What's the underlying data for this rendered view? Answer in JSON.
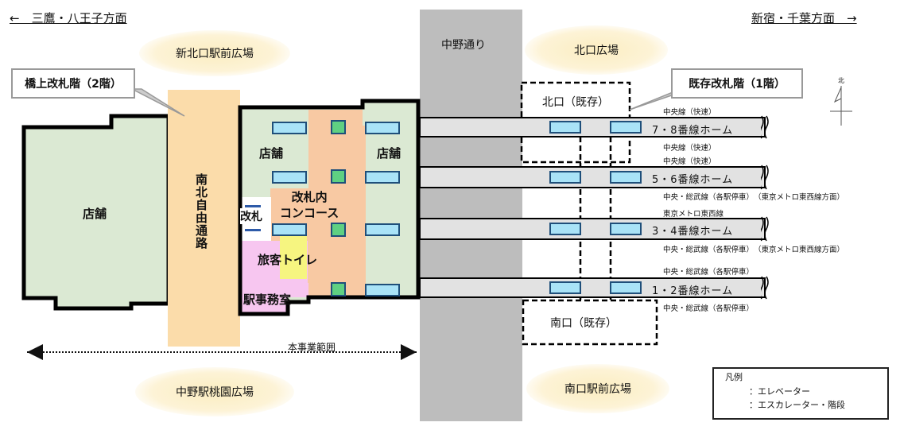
{
  "directions": {
    "west": "←　三鷹・八王子方面",
    "east": "新宿・千葉方面　→"
  },
  "plazas": {
    "north_new": "新北口駅前広場",
    "north": "北口広場",
    "south_momozono": "中野駅桃園広場",
    "south_station": "南口駅前広場"
  },
  "callouts": {
    "bridge_gate": "橋上改札階（2階）",
    "existing_gate": "既存改札階（1階）"
  },
  "road": "中野通り",
  "north_compass": "北",
  "building": {
    "store_west": "店舗",
    "store_mid": "店舗",
    "store_east": "店舗",
    "passage": "南北自由通路",
    "ticket_gate": "改札",
    "concourse": "改札内\nコンコース",
    "toilet": "旅客トイレ",
    "station_office": "駅事務室"
  },
  "existing_exits": {
    "north": "北口（既存）",
    "south": "南口（既存）"
  },
  "platforms": [
    {
      "label": "7・8番線ホーム",
      "line_above": "中央線（快速）",
      "line_below": "中央線（快速）"
    },
    {
      "label": "5・6番線ホーム",
      "line_above": "中央線（快速）",
      "line_below": "中央・総武線（各駅停車）　（東京メトロ東西線方面）"
    },
    {
      "label": "3・4番線ホーム",
      "line_above": "東京メトロ東西線",
      "line_below": "中央・総武線（各駅停車）　（東京メトロ東西線方面）"
    },
    {
      "label": "1・2番線ホーム",
      "line_above": "中央・総武線（各駅停車）",
      "line_below": "中央・総武線（各駅停車）"
    }
  ],
  "project_scope": "本事業範囲",
  "legend": {
    "title": "凡例",
    "elevator": "：エレベーター",
    "escalator": "：エスカレーター・階段"
  },
  "colors": {
    "elevator": "#5fd082",
    "escalator": "#a9e3f7",
    "road": "#bdbdbd",
    "platform": "#e2e2e2",
    "store_green": "#dbe9d3",
    "passage": "#fbdcaa",
    "concourse": "#f8c9a3",
    "toilet_pink": "#f7c6f0",
    "toilet_yellow": "#f6f580"
  }
}
